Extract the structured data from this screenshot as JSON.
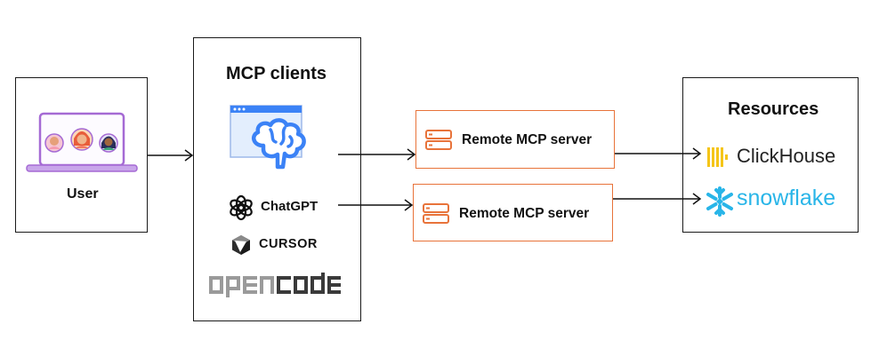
{
  "user": {
    "label": "User"
  },
  "clients": {
    "title": "MCP clients",
    "chatgpt_label": "ChatGPT",
    "cursor_label": "CURSOR",
    "opencode_logo_text": "opencode"
  },
  "servers": [
    {
      "label": "Remote MCP server"
    },
    {
      "label": "Remote MCP server"
    }
  ],
  "resources": {
    "title": "Resources",
    "clickhouse_label": "ClickHouse",
    "snowflake_label": "snowflake"
  },
  "colors": {
    "orange": "#e8733a",
    "laptop_purple": "#a56ad4",
    "brain_blue": "#3b82f6",
    "clickhouse_yellow": "#f5c518",
    "snowflake_blue": "#29b5e8",
    "border": "#1a1a1a"
  },
  "icons": [
    "laptop-users-icon",
    "brain-window-icon",
    "chatgpt-icon",
    "cursor-icon",
    "server-icon",
    "clickhouse-icon",
    "snowflake-icon"
  ]
}
